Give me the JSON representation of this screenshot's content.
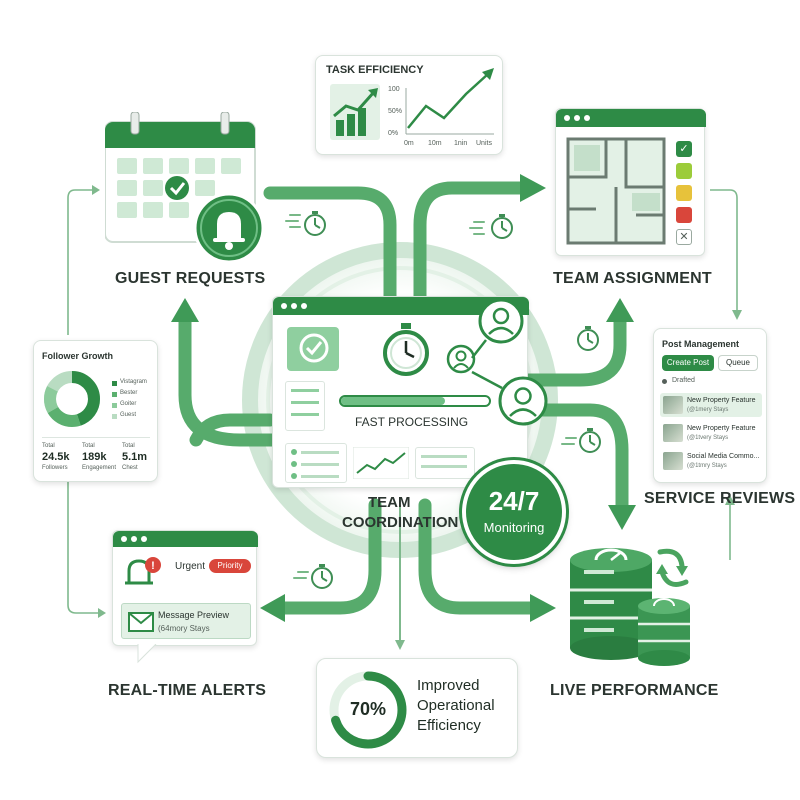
{
  "colors": {
    "primary": "#2e8b46",
    "dark": "#1f6d34",
    "light": "#e3f1e6",
    "accent_red": "#d9463b",
    "accent_yellow": "#e7c23b",
    "accent_lime": "#9ccc3a"
  },
  "icons": [
    "calendar-icon",
    "bell-icon",
    "stopwatch-icon",
    "user-icon",
    "envelope-icon",
    "database-icon",
    "refresh-icon",
    "checkmark-icon",
    "floorplan-icon",
    "close-icon"
  ],
  "task_efficiency": {
    "title": "TASK EFFICIENCY",
    "y_ticks": [
      "100",
      "50%",
      "0%"
    ],
    "x_ticks": [
      "0m",
      "10m",
      "1nin",
      "Units"
    ]
  },
  "guest_requests": {
    "label": "GUEST REQUESTS"
  },
  "team_assignment": {
    "label": "TEAM ASSIGNMENT"
  },
  "follower_growth": {
    "title": "Follower Growth",
    "legend": [
      "Vistagram",
      "Bester",
      "Goiter",
      "Guest"
    ],
    "stats": [
      {
        "label": "Total",
        "value": "24.5k",
        "sub": "Followers"
      },
      {
        "label": "Total",
        "value": "189k",
        "sub": "Engagement"
      },
      {
        "label": "Total",
        "value": "5.1m",
        "sub": "Chest"
      }
    ]
  },
  "post_management": {
    "title": "Post Management",
    "create_btn": "Create Post",
    "queue_btn": "Queue",
    "drafted": "Drafted",
    "posts": [
      {
        "title": "New Property Feature",
        "handle": "(@1mery Stays"
      },
      {
        "title": "New Property Feature",
        "handle": "(@1tvery Stays"
      },
      {
        "title": "Social Media Commo...",
        "handle": "(@1tmry Stays"
      }
    ]
  },
  "center": {
    "fast_processing": "FAST PROCESSING",
    "coordination_line1": "TEAM",
    "coordination_line2": "COORDINATION"
  },
  "monitoring": {
    "big": "24/7",
    "small": "Monitoring"
  },
  "service_reviews": {
    "label": "SERVICE REVIEWS"
  },
  "alerts": {
    "label": "REAL-TIME ALERTS",
    "urgent": "Urgent",
    "priority": "Priority",
    "message_title": "Message Preview",
    "message_handle": "(64mory Stays"
  },
  "efficiency": {
    "percent": "70%",
    "line1": "Improved",
    "line2": "Operational",
    "line3": "Efficiency"
  },
  "live_performance": {
    "label": "LIVE PERFORMANCE"
  }
}
